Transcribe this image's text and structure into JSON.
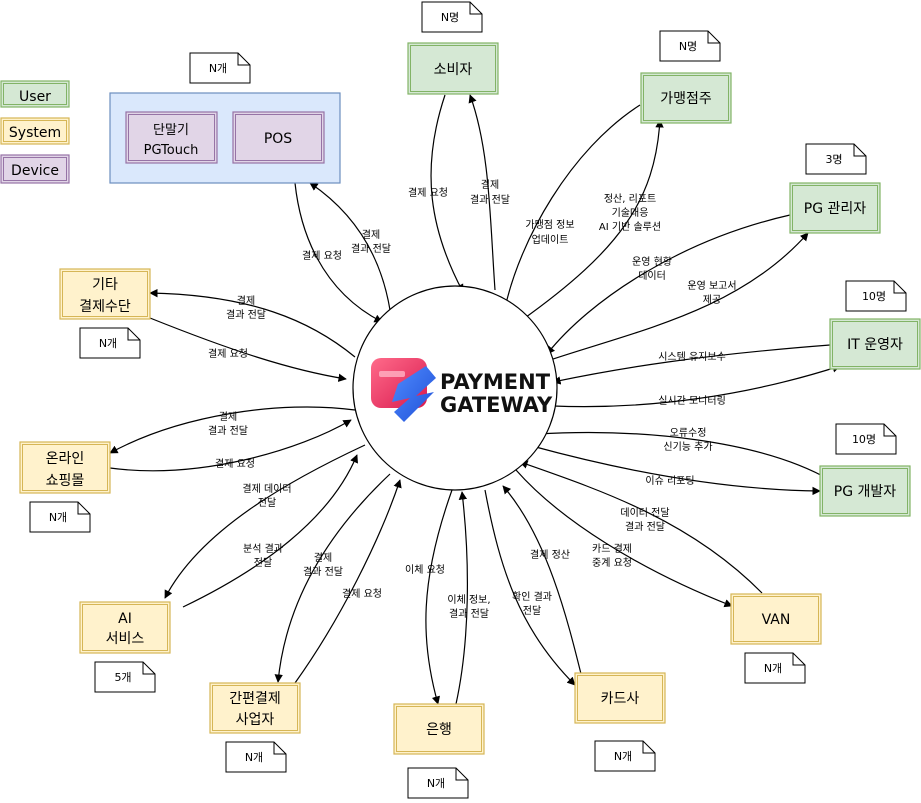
{
  "legend": {
    "user": "User",
    "system": "System",
    "device": "Device"
  },
  "colors": {
    "user_fill": "#d5e8d4",
    "user_stroke": "#82b366",
    "system_fill": "#fff2cc",
    "system_stroke": "#d6b656",
    "device_fill": "#e1d5e7",
    "device_stroke": "#9673a6",
    "group_fill": "#dae8fc",
    "group_stroke": "#6c8ebf",
    "logo_red": "#ef3f6e",
    "logo_blue": "#2f6cf0"
  },
  "center": {
    "line1": "PAYMENT",
    "line2": "GATEWAY"
  },
  "nodes": {
    "consumer": "소비자",
    "merchant": "가맹점주",
    "pg_admin": "PG 관리자",
    "it_operator": "IT 운영자",
    "pg_developer": "PG 개발자",
    "van": "VAN",
    "card_company": "카드사",
    "bank": "은행",
    "simple_pay_1": "간편결제",
    "simple_pay_2": "사업자",
    "ai_1": "AI",
    "ai_2": "서비스",
    "online_mall_1": "온라인",
    "online_mall_2": "쇼핑몰",
    "other_pay_1": "기타",
    "other_pay_2": "결제수단",
    "terminal_1": "단말기",
    "terminal_2": "PGTouch",
    "pos": "POS"
  },
  "notes": {
    "consumer": "N명",
    "merchant": "N명",
    "pg_admin": "3명",
    "it_operator": "10명",
    "pg_developer": "10명",
    "van": "N개",
    "card_company": "N개",
    "bank": "N개",
    "simple_pay": "N개",
    "ai": "5개",
    "online_mall": "N개",
    "other_pay": "N개",
    "device_group": "N개"
  },
  "edge_labels": {
    "consumer_req": "결제 요청",
    "consumer_res_1": "결제",
    "consumer_res_2": "결과 전달",
    "merchant_info_1": "가맹점 정보",
    "merchant_info_2": "업데이트",
    "merchant_out_1": "정산, 리포트",
    "merchant_out_2": "기술대응",
    "merchant_out_3": "AI 기반 솔루션",
    "admin_in_1": "운영 현황",
    "admin_in_2": "데이터",
    "admin_out_1": "운영 보고서",
    "admin_out_2": "제공",
    "it_maint": "시스템 유지보수",
    "it_monitor": "실시간 모니터링",
    "dev_fix_1": "오류수정",
    "dev_fix_2": "신기능 추가",
    "dev_issue": "이슈 리포팅",
    "van_res_1": "데이터 전달",
    "van_res_2": "결과 전달",
    "van_req_1": "카드 결제",
    "van_req_2": "중계 요청",
    "card_settle": "결제 정산",
    "card_confirm_1": "확인 결과",
    "card_confirm_2": "전달",
    "bank_req": "이체 요청",
    "bank_res_1": "이체 정보,",
    "bank_res_2": "결과 전달",
    "simple_req": "결제 요청",
    "simple_res_1": "결제",
    "simple_res_2": "결과 전달",
    "ai_data_1": "결제 데이터",
    "ai_data_2": "전달",
    "ai_res_1": "분석 결과",
    "ai_res_2": "전달",
    "mall_res_1": "결제",
    "mall_res_2": "결과 전달",
    "mall_req": "결제 요청",
    "other_res_1": "결제",
    "other_res_2": "결과 전달",
    "other_req": "결제 요청",
    "dev_req": "결제 요청",
    "dev_res_1": "결제",
    "dev_res_2": "결과 전달"
  }
}
